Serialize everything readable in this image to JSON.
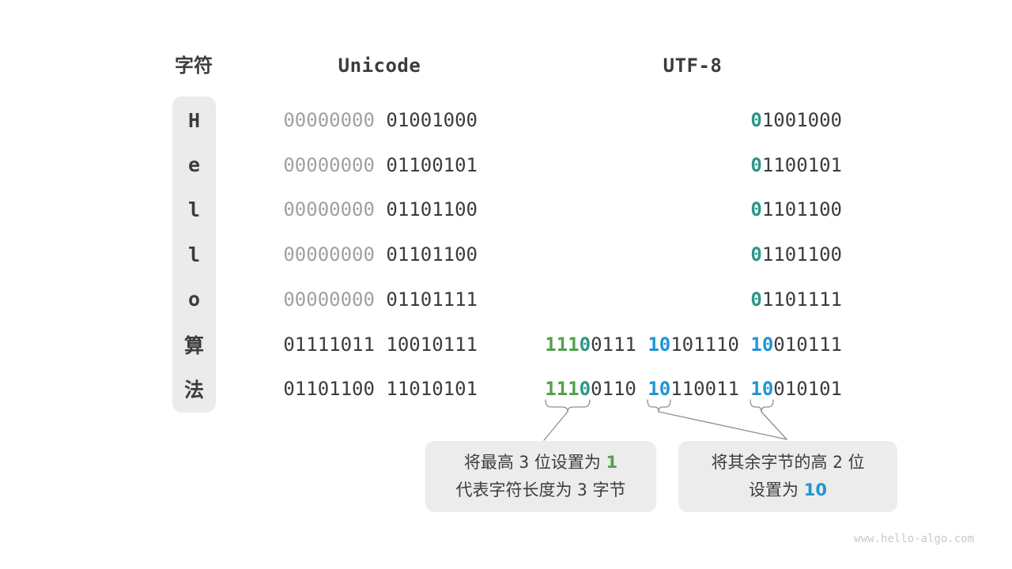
{
  "header": {
    "char": "字符",
    "unicode": "Unicode",
    "utf8": "UTF-8"
  },
  "colors": {
    "dark": "#3c3c3c",
    "gray": "#a0a0a0",
    "teal": "#2b9687",
    "green": "#55a04e",
    "blue": "#2095d5",
    "box_bg": "#ececec"
  },
  "rows": [
    {
      "char": "H",
      "unicode": [
        [
          "00000000",
          "gray"
        ],
        [
          " 01001000",
          "dark"
        ]
      ],
      "utf8": [
        [
          "0",
          "teal"
        ],
        [
          "1001000",
          "dark"
        ]
      ]
    },
    {
      "char": "e",
      "unicode": [
        [
          "00000000",
          "gray"
        ],
        [
          " 01100101",
          "dark"
        ]
      ],
      "utf8": [
        [
          "0",
          "teal"
        ],
        [
          "1100101",
          "dark"
        ]
      ]
    },
    {
      "char": "l",
      "unicode": [
        [
          "00000000",
          "gray"
        ],
        [
          " 01101100",
          "dark"
        ]
      ],
      "utf8": [
        [
          "0",
          "teal"
        ],
        [
          "1101100",
          "dark"
        ]
      ]
    },
    {
      "char": "l",
      "unicode": [
        [
          "00000000",
          "gray"
        ],
        [
          " 01101100",
          "dark"
        ]
      ],
      "utf8": [
        [
          "0",
          "teal"
        ],
        [
          "1101100",
          "dark"
        ]
      ]
    },
    {
      "char": "o",
      "unicode": [
        [
          "00000000",
          "gray"
        ],
        [
          " 01101111",
          "dark"
        ]
      ],
      "utf8": [
        [
          "0",
          "teal"
        ],
        [
          "1101111",
          "dark"
        ]
      ]
    },
    {
      "char": "算",
      "unicode": [
        [
          "01111011 10010111",
          "dark"
        ]
      ],
      "utf8": [
        [
          "111",
          "green"
        ],
        [
          "0",
          "teal"
        ],
        [
          "0111 ",
          "dark"
        ],
        [
          "10",
          "blue"
        ],
        [
          "101110 ",
          "dark"
        ],
        [
          "10",
          "blue"
        ],
        [
          "010111",
          "dark"
        ]
      ]
    },
    {
      "char": "法",
      "unicode": [
        [
          "01101100 11010101",
          "dark"
        ]
      ],
      "utf8": [
        [
          "111",
          "green"
        ],
        [
          "0",
          "teal"
        ],
        [
          "0110 ",
          "dark"
        ],
        [
          "10",
          "blue"
        ],
        [
          "110011 ",
          "dark"
        ],
        [
          "10",
          "blue"
        ],
        [
          "010101",
          "dark"
        ]
      ]
    }
  ],
  "callout_left": {
    "line1": [
      [
        "将最高 ",
        "text"
      ],
      [
        "3",
        "num"
      ],
      [
        " 位设置为 ",
        "text"
      ],
      [
        "1",
        "green"
      ]
    ],
    "line2": [
      [
        "代表字符长度为 ",
        "text"
      ],
      [
        "3",
        "num"
      ],
      [
        " 字节",
        "text"
      ]
    ]
  },
  "callout_right": {
    "line1": [
      [
        "将其余字节的高 ",
        "text"
      ],
      [
        "2",
        "num"
      ],
      [
        " 位",
        "text"
      ]
    ],
    "line2": [
      [
        "设置为 ",
        "text"
      ],
      [
        "10",
        "blue"
      ]
    ]
  },
  "watermark": "www.hello-algo.com"
}
